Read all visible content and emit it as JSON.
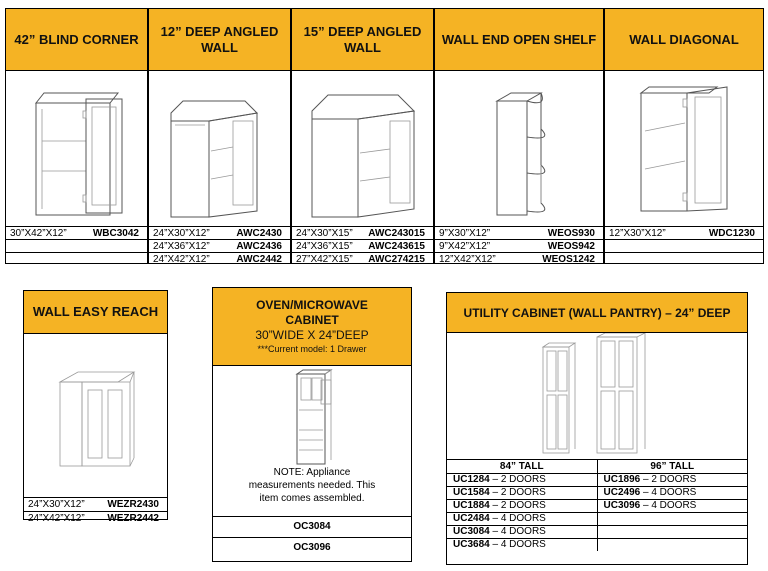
{
  "top_sections": [
    {
      "title": "42” BLIND CORNER",
      "rows": [
        {
          "size": "30”X42”X12”",
          "code": "WBC3042"
        },
        {
          "size": "",
          "code": ""
        },
        {
          "size": "",
          "code": ""
        }
      ]
    },
    {
      "title": "12” DEEP ANGLED WALL",
      "rows": [
        {
          "size": "24”X30”X12”",
          "code": "AWC2430"
        },
        {
          "size": "24”X36”X12”",
          "code": "AWC2436"
        },
        {
          "size": "24”X42”X12”",
          "code": "AWC2442"
        }
      ]
    },
    {
      "title": "15” DEEP ANGLED WALL",
      "rows": [
        {
          "size": "24”X30”X15”",
          "code": "AWC243015"
        },
        {
          "size": "24”X36”X15”",
          "code": "AWC243615"
        },
        {
          "size": "27”X42”X15”",
          "code": "AWC274215"
        }
      ]
    },
    {
      "title": "WALL END OPEN SHELF",
      "rows": [
        {
          "size": "9”X30”X12”",
          "code": "WEOS930"
        },
        {
          "size": "9”X42”X12”",
          "code": "WEOS942"
        },
        {
          "size": "12”X42”X12”",
          "code": "WEOS1242"
        }
      ]
    },
    {
      "title": "WALL DIAGONAL",
      "rows": [
        {
          "size": "12”X30”X12”",
          "code": "WDC1230"
        },
        {
          "size": "",
          "code": ""
        },
        {
          "size": "",
          "code": ""
        }
      ]
    }
  ],
  "easy_reach": {
    "title": "WALL EASY REACH",
    "rows": [
      {
        "size": "24”X30”X12”",
        "code": "WEZR2430"
      },
      {
        "size": "24”X42”X12”",
        "code": "WEZR2442"
      }
    ]
  },
  "oven": {
    "title": "OVEN/MICROWAVE CABINET",
    "sub": "30”WIDE X 24”DEEP",
    "current": "***Current model: 1 Drawer",
    "note": "NOTE: Appliance measurements needed.  This item comes assembled.",
    "codes": [
      "OC3084",
      "OC3096"
    ]
  },
  "utility": {
    "title": "UTILITY CABINET (WALL PANTRY) – 24” DEEP",
    "col1_header": "84” TALL",
    "col2_header": "96” TALL",
    "rows": [
      {
        "c1": "UC1284",
        "d1": " – 2 DOORS",
        "c2": "UC1896",
        "d2": " – 2 DOORS"
      },
      {
        "c1": "UC1584",
        "d1": " – 2 DOORS",
        "c2": "UC2496",
        "d2": " – 4 DOORS"
      },
      {
        "c1": "UC1884",
        "d1": " – 2 DOORS",
        "c2": "UC3096",
        "d2": " – 4 DOORS"
      },
      {
        "c1": "UC2484",
        "d1": " – 4 DOORS",
        "c2": "",
        "d2": ""
      },
      {
        "c1": "UC3084",
        "d1": " – 4 DOORS",
        "c2": "",
        "d2": ""
      },
      {
        "c1": "UC3684",
        "d1": " – 4 DOORS",
        "c2": "",
        "d2": ""
      }
    ]
  }
}
